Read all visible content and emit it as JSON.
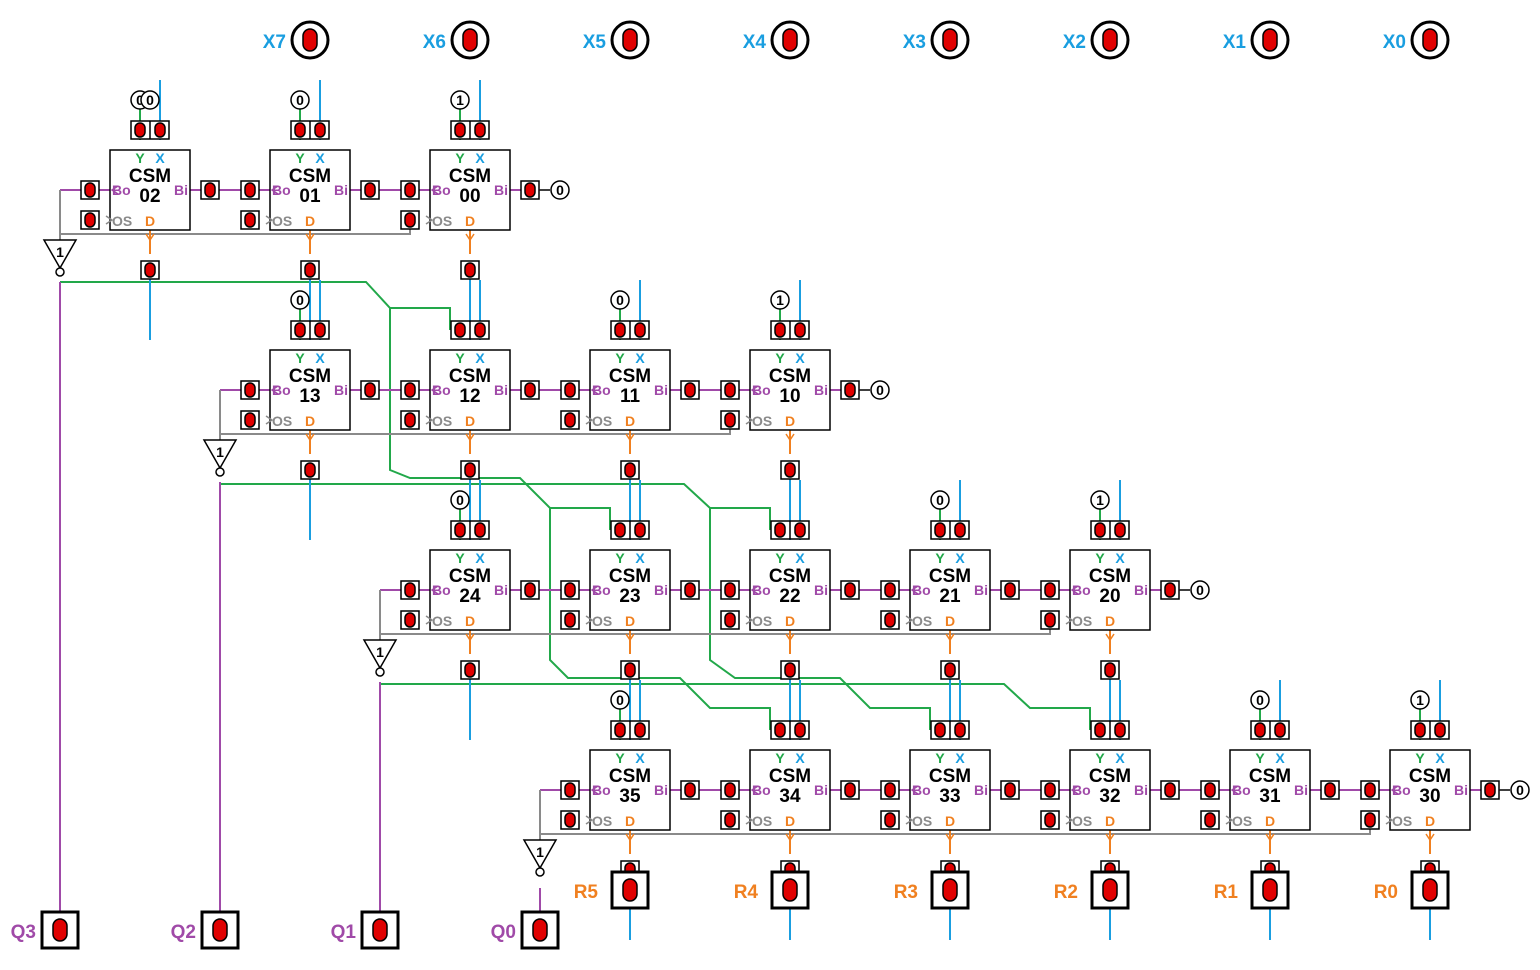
{
  "colors": {
    "x_wire": "#1a9ee0",
    "y_wire": "#22a84a",
    "borrow_wire": "#a04aa8",
    "os_wire": "#8a8a8a",
    "d_wire": "#f08020",
    "led": "#e00000",
    "box": "#000000"
  },
  "labels": {
    "csm": "CSM",
    "port_y": "Y",
    "port_x": "X",
    "port_bo": "Bo",
    "port_bi": "Bi",
    "port_os": "OS",
    "port_d": "D",
    "inv": "1"
  },
  "inputs": [
    "X7",
    "X6",
    "X5",
    "X4",
    "X3",
    "X2",
    "X1",
    "X0"
  ],
  "remainder_outputs": [
    "R5",
    "R4",
    "R3",
    "R2",
    "R1",
    "R0"
  ],
  "quotient_outputs": [
    "Q3",
    "Q2",
    "Q1",
    "Q0"
  ],
  "rows": [
    {
      "cells": [
        "02",
        "01",
        "00"
      ],
      "y_consts": [
        "0",
        "0",
        "1"
      ],
      "bi_const": "0",
      "extra_const": "0"
    },
    {
      "cells": [
        "13",
        "12",
        "11",
        "10"
      ],
      "y_consts": [
        "0",
        "",
        "0",
        "1"
      ],
      "bi_const": "0"
    },
    {
      "cells": [
        "24",
        "23",
        "22",
        "21",
        "20"
      ],
      "y_consts": [
        "0",
        "",
        "",
        "0",
        "1"
      ],
      "bi_const": "0"
    },
    {
      "cells": [
        "35",
        "34",
        "33",
        "32",
        "31",
        "30"
      ],
      "y_consts": [
        "0",
        "",
        "",
        "",
        "0",
        "1"
      ],
      "bi_const": "0"
    }
  ]
}
